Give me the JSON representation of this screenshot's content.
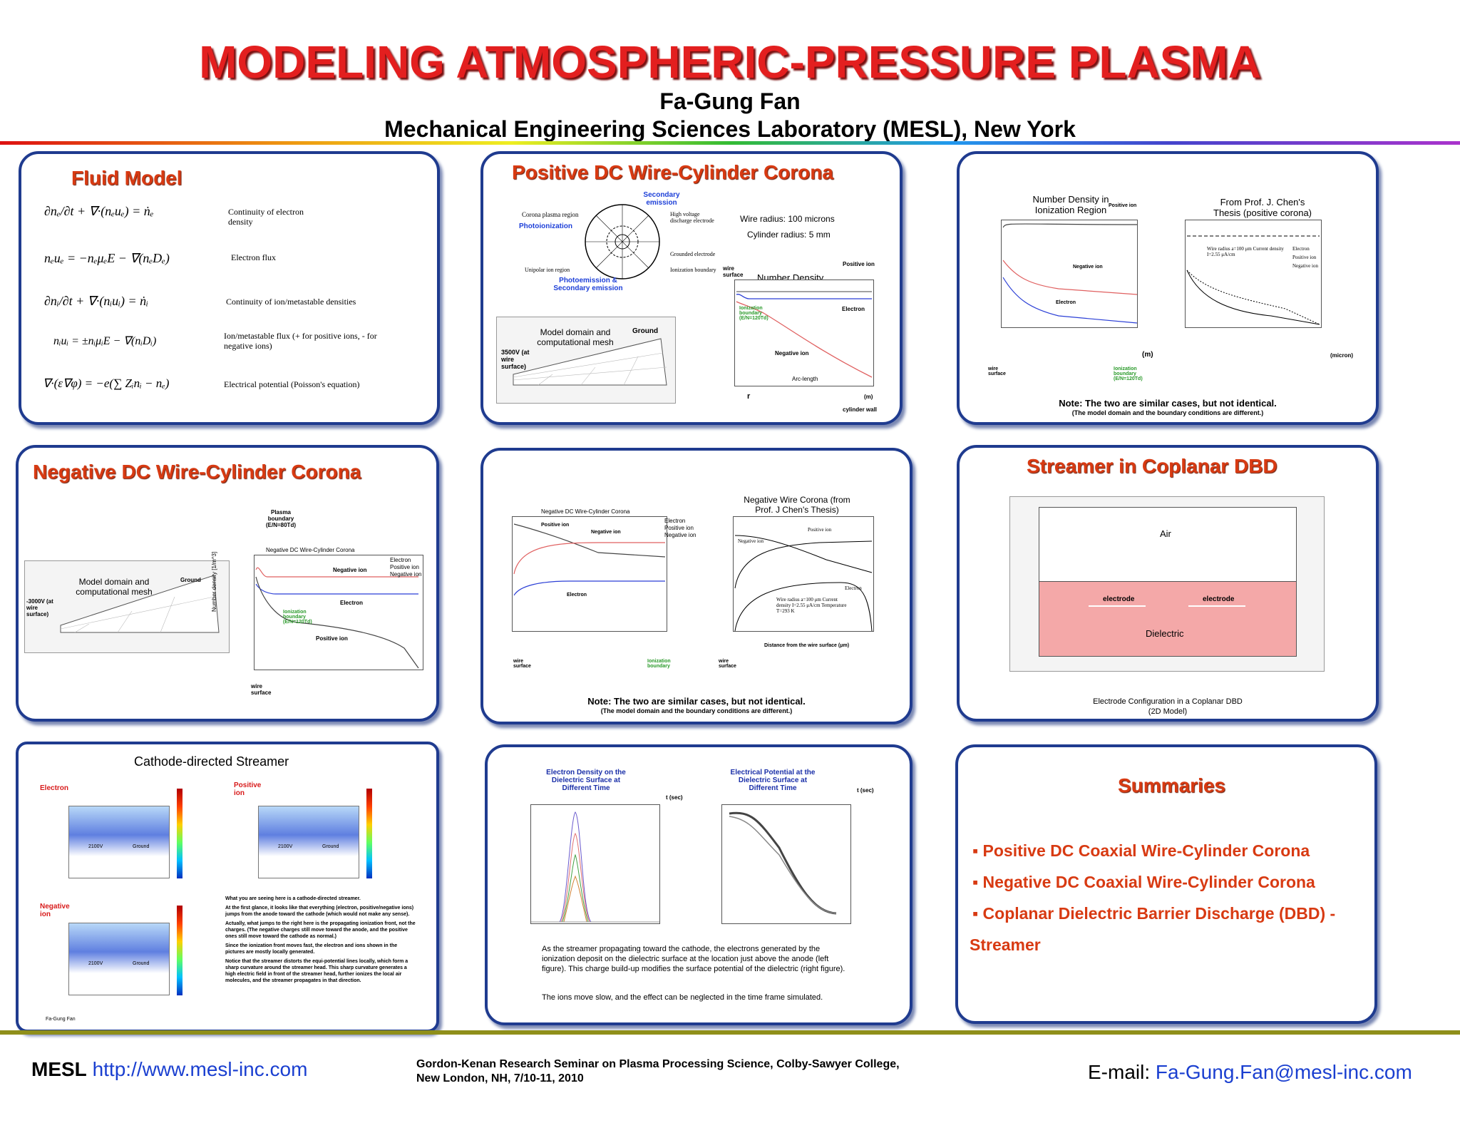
{
  "header": {
    "title": "MODELING ATMOSPHERIC-PRESSURE PLASMA",
    "author": "Fa-Gung Fan",
    "affiliation": "Mechanical Engineering Sciences Laboratory (MESL), New York"
  },
  "fluid_model": {
    "title": "Fluid Model",
    "equations": [
      {
        "eq": "∂nₑ/∂t + ∇·(nₑuₑ) = ṅₑ",
        "desc": "Continuity of electron density"
      },
      {
        "eq": "nₑuₑ = −nₑμₑE − ∇(nₑDₑ)",
        "desc": "Electron flux"
      },
      {
        "eq": "∂nᵢ/∂t + ∇·(nᵢuᵢ) = ṅᵢ",
        "desc": "Continuity of ion/metastable densities"
      },
      {
        "eq": "nᵢuᵢ = ±nᵢμᵢE − ∇(nᵢDᵢ)",
        "desc": "Ion/metastable flux (+ for positive ions, - for negative ions)"
      },
      {
        "eq": "∇·(ε∇φ) = −e(∑ Zᵢnᵢ − nₑ)",
        "desc": "Electrical potential (Poisson's equation)"
      }
    ]
  },
  "positive_corona": {
    "title": "Positive DC Wire-Cylinder Corona",
    "secondary_emission": "Secondary emission",
    "corona_region": "Corona plasma region",
    "photoionization": "Photoionization",
    "hv_electrode": "High voltage discharge electrode",
    "grounded_electrode": "Grounded electrode",
    "unipolar": "Unipolar ion region",
    "ion_boundary": "Ionization boundary",
    "photoemission": "Photoemission & Secondary emission",
    "wire_radius": "Wire radius: 100 microns",
    "cyl_radius": "Cylinder radius: 5 mm",
    "model_domain": "Model domain and computational mesh",
    "ground": "Ground",
    "voltage": "3500V (at wire surface)",
    "plot_title": "Number Density",
    "wire_surface": "wire surface",
    "positive_ion": "Positive ion",
    "electron": "Electron",
    "negative_ion": "Negative ion",
    "ion_bd": "Ionization boundary (E/N=120Td)",
    "cyl_wall": "cylinder wall",
    "xlabel": "Arc-length",
    "r": "r",
    "m": "(m)"
  },
  "comparison_pos": {
    "left_title": "Number Density in Ionization Region",
    "right_title": "From Prof. J. Chen's Thesis (positive corona)",
    "positive_ion": "Positive ion",
    "negative_ion": "Negative ion",
    "electron": "Electron",
    "wire_surface": "wire surface",
    "ion_bd": "Ionization boundary (E/N=120Td)",
    "legend": [
      "Electron",
      "Positive ion",
      "Negative ion"
    ],
    "cond": "Wire radius a=100 μm Current density I=2.55 μA/cm",
    "note": "Note: The two are similar cases, but not identical.",
    "note_sub": "(The model domain and the boundary conditions are different.)",
    "m": "(m)",
    "micron": "(micron)"
  },
  "negative_corona": {
    "title": "Negative DC Wire-Cylinder Corona",
    "plasma_bd": "Plasma boundary (E/N=80Td)",
    "model_domain": "Model domain and computational mesh",
    "ground": "Ground",
    "voltage": "-3000V (at wire surface)",
    "plot_title": "Negative DC Wire-Cylinder Corona",
    "legend": [
      "Electron",
      "Positive ion",
      "Negative ion"
    ],
    "negative_ion": "Negative ion",
    "electron": "Electron",
    "positive_ion": "Positive ion",
    "ion_bd": "Ionization boundary (E/N=120Td)",
    "wire_surface": "wire surface",
    "ylabel": "Number density [1/m^3]"
  },
  "comparison_neg": {
    "left_title": "Negative DC Wire-Cylinder Corona",
    "right_title": "Negative Wire Corona (from Prof. J Chen's Thesis)",
    "legend": [
      "Electron",
      "Positive ion",
      "Negative ion"
    ],
    "positive_ion": "Positive ion",
    "negative_ion": "Negative ion",
    "electron": "Electron",
    "cond": "Wire radius a=100 μm Current density I=2.55 μA/cm Temperature T=293 K",
    "xlabel_right": "Distance from the wire surface (μm)",
    "wire_surface": "wire surface",
    "ion_bd": "Ionization boundary",
    "note": "Note: The two are similar cases, but not identical.",
    "note_sub": "(The model domain and the boundary conditions are different.)"
  },
  "streamer_dbd": {
    "title": "Streamer in Coplanar DBD",
    "air": "Air",
    "electrode": "electrode",
    "dielectric": "Dielectric",
    "caption": "Electrode Configuration in a Coplanar DBD",
    "caption_sub": "(2D Model)"
  },
  "cathode_streamer": {
    "title": "Cathode-directed Streamer",
    "electron": "Electron",
    "positive_ion": "Positive ion",
    "negative_ion": "Negative ion",
    "v": "2100V",
    "ground": "Ground",
    "text": [
      "What you are seeing here is a cathode-directed streamer.",
      "At the first glance, it looks like that everything (electron, positive/negative ions) jumps from the anode toward the cathode (which would not make any sense).",
      "Actually, what jumps to the right here is the propagating ionization front, not the charges. (The negative charges still move toward the anode, and the positive ones still move toward the cathode as normal.)",
      "Since the ionization front moves fast, the electron and ions shown in the pictures are mostly locally generated.",
      "Notice that the streamer distorts the equi-potential lines locally, which form a sharp curvature around the streamer head. This sharp curvature generates a high electric field in front of the streamer head, further ionizes the local air molecules, and the streamer propagates in that direction."
    ],
    "credit": "Fa-Gung Fan"
  },
  "dielectric_plots": {
    "left_title": "Electron Density on the Dielectric Surface at Different Time",
    "right_title": "Electrical Potential at the Dielectric Surface at Different Time",
    "tsec": "t (sec)",
    "para1": "As the streamer propagating toward the cathode, the electrons generated by the ionization deposit on the dielectric surface at the location just above the anode (left figure). This charge build-up modifies the surface potential of the dielectric (right figure).",
    "para2": "The ions move slow, and the effect can be neglected in the time frame simulated."
  },
  "summaries": {
    "title": "Summaries",
    "items": [
      "▪ Positive DC Coaxial Wire-Cylinder Corona",
      "▪ Negative DC Coaxial Wire-Cylinder Corona",
      "▪ Coplanar Dielectric Barrier Discharge (DBD) -",
      "Streamer"
    ]
  },
  "footer": {
    "mesl": "MESL",
    "url": "http://www.mesl-inc.com",
    "conf1": "Gordon-Kenan Research Seminar on Plasma Processing Science, Colby-Sawyer College,",
    "conf2": "New London, NH, 7/10-11, 2010",
    "email_label": "E-mail:",
    "email": "Fa-Gung.Fan@mesl-inc.com"
  },
  "colors": {
    "title": "#e31f1f",
    "panel_border": "#1f3b8f",
    "section_title": "#d83a12",
    "link": "#1a3fd0"
  }
}
